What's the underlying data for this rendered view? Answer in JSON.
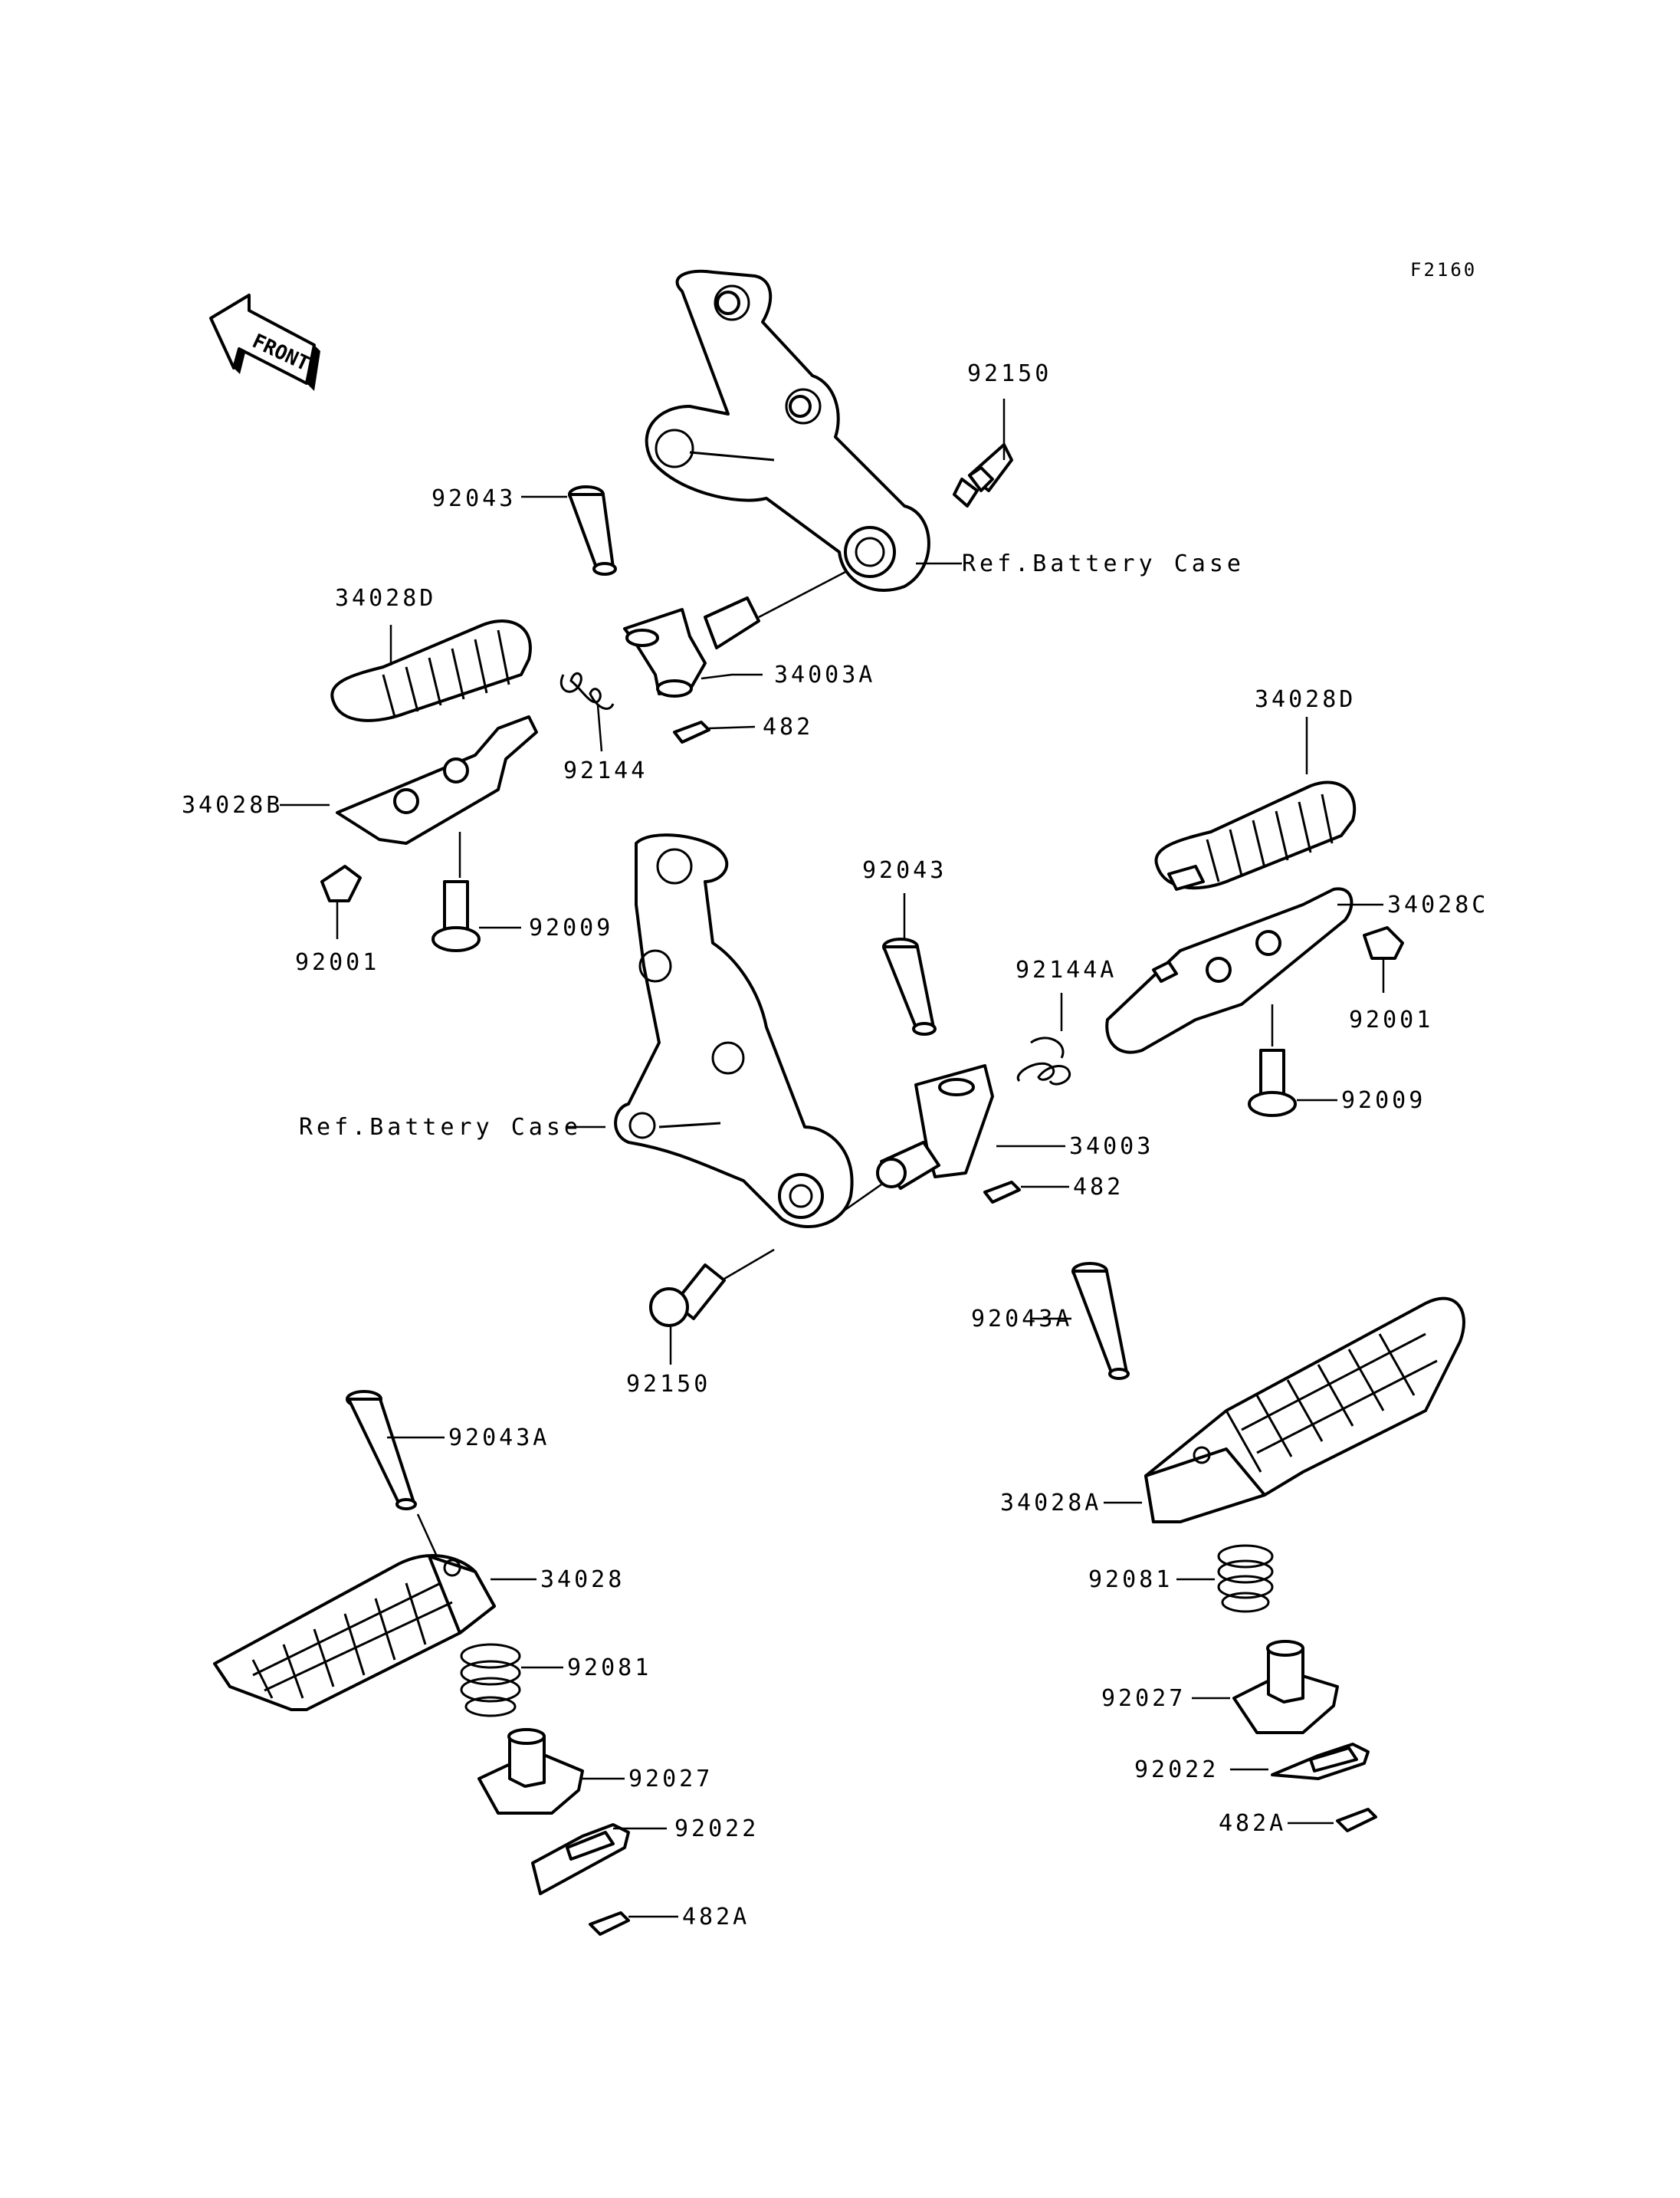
{
  "diagram_code": "F2160",
  "front_arrow": {
    "label": "FRONT",
    "icon": "front-direction-arrow-icon"
  },
  "labels": {
    "l_92150_top": "92150",
    "l_92043_top": "92043",
    "l_ref_top": "Ref.Battery Case",
    "l_34028D_left": "34028D",
    "l_34003A": "34003A",
    "l_482_top": "482",
    "l_92144": "92144",
    "l_34028B": "34028B",
    "l_92001_left": "92001",
    "l_92009_left": "92009",
    "l_34028D_right": "34028D",
    "l_34028C": "34028C",
    "l_92043_mid": "92043",
    "l_92144A": "92144A",
    "l_92001_right": "92001",
    "l_92009_right": "92009",
    "l_ref_mid": "Ref.Battery Case",
    "l_34003": "34003",
    "l_482_mid": "482",
    "l_92150_bottom": "92150",
    "l_92043A_right": "92043A",
    "l_34028A": "34028A",
    "l_92081_right": "92081",
    "l_92027_right": "92027",
    "l_92022_right": "92022",
    "l_482A_right": "482A",
    "l_92043A_left": "92043A",
    "l_34028": "34028",
    "l_92081_left": "92081",
    "l_92027_left": "92027",
    "l_92022_left": "92022",
    "l_482A_left": "482A"
  }
}
